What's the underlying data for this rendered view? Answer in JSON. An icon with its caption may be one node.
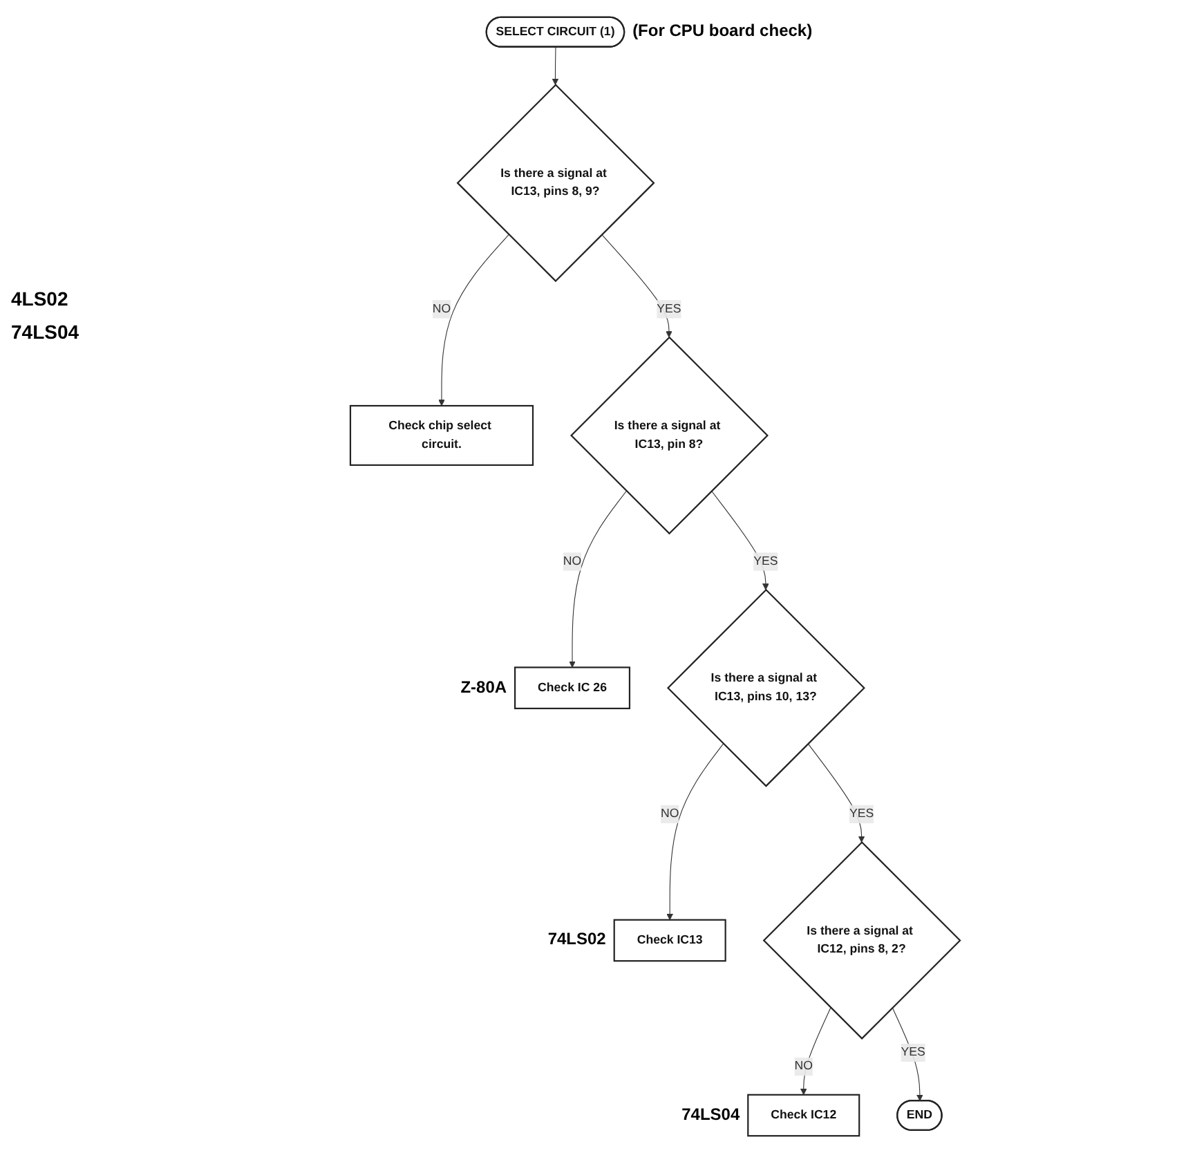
{
  "diagram": {
    "nodes": [
      {
        "text": [
          "SELECT CIRCUIT (1)"
        ],
        "beside": [
          "(For CPU board check)"
        ]
      },
      {
        "text": [
          "Is there a signal at IC13, pins 8, 9?"
        ]
      },
      {
        "text": [
          "Check chip select circuit."
        ]
      },
      {
        "text": [
          "Is there a signal at IC13, pin 8?"
        ]
      },
      {
        "text": [
          "Check IC 26"
        ],
        "beside": [
          "Z-80A"
        ]
      },
      {
        "text": [
          "Is there a signal at IC13, pins 10, 13?"
        ]
      },
      {
        "text": [
          "Check IC13"
        ],
        "beside": [
          "74LS02"
        ]
      },
      {
        "text": [
          "Is there a signal at IC12, pins 8, 2?"
        ]
      },
      {
        "text": [
          "Check IC12"
        ],
        "beside": [
          "74LS04"
        ]
      },
      {
        "text": [
          "END"
        ]
      }
    ],
    "edges": [
      {
        "from": 0,
        "to": 1,
        "arrow": "to"
      },
      {
        "from": 1,
        "to": 2,
        "arrow": "to",
        "label": "NO"
      },
      {
        "from": 1,
        "to": 3,
        "arrow": "to",
        "label": "YES"
      },
      {
        "from": 3,
        "to": 4,
        "arrow": "to",
        "label": "NO"
      },
      {
        "from": 3,
        "to": 5,
        "arrow": "to",
        "label": "YES"
      },
      {
        "from": 5,
        "to": 6,
        "arrow": "to",
        "label": "NO"
      },
      {
        "from": 5,
        "to": 7,
        "arrow": "to",
        "label": "YES"
      },
      {
        "from": 7,
        "to": 8,
        "arrow": "to",
        "label": "NO"
      },
      {
        "from": 7,
        "to": 9,
        "arrow": "to",
        "label": "YES"
      }
    ],
    "labels": [
      "4LS02",
      "74LS04"
    ]
  }
}
